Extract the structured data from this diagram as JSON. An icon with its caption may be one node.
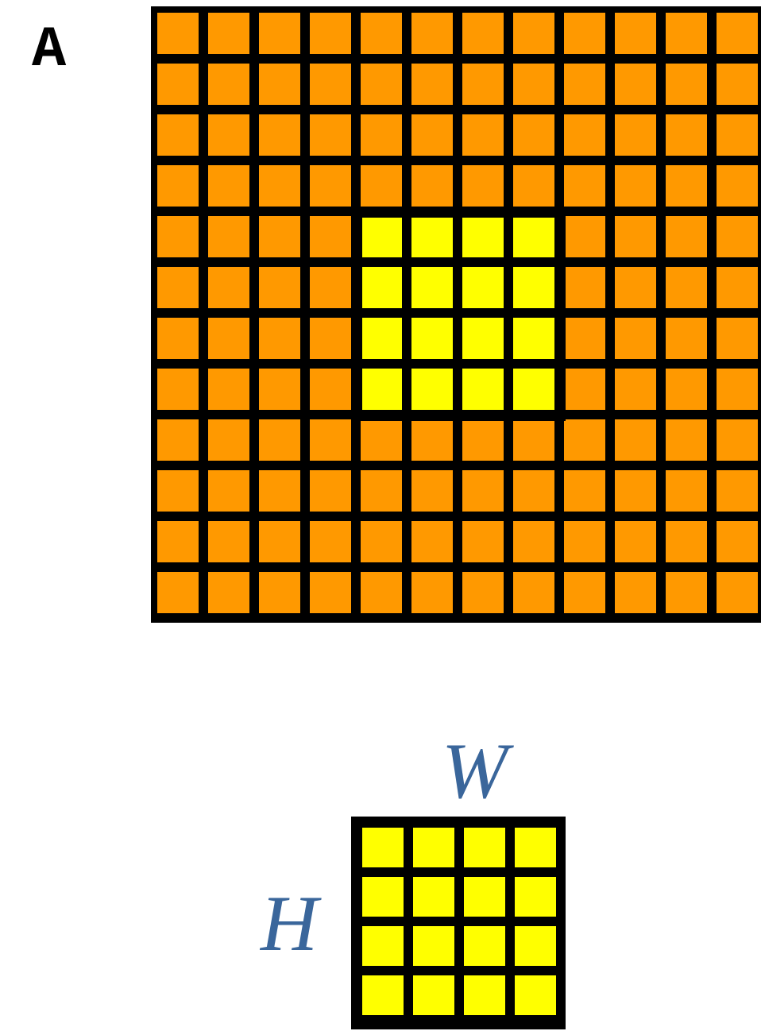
{
  "diagram": {
    "labels": [
      "A",
      "W",
      "H"
    ]
  }
}
